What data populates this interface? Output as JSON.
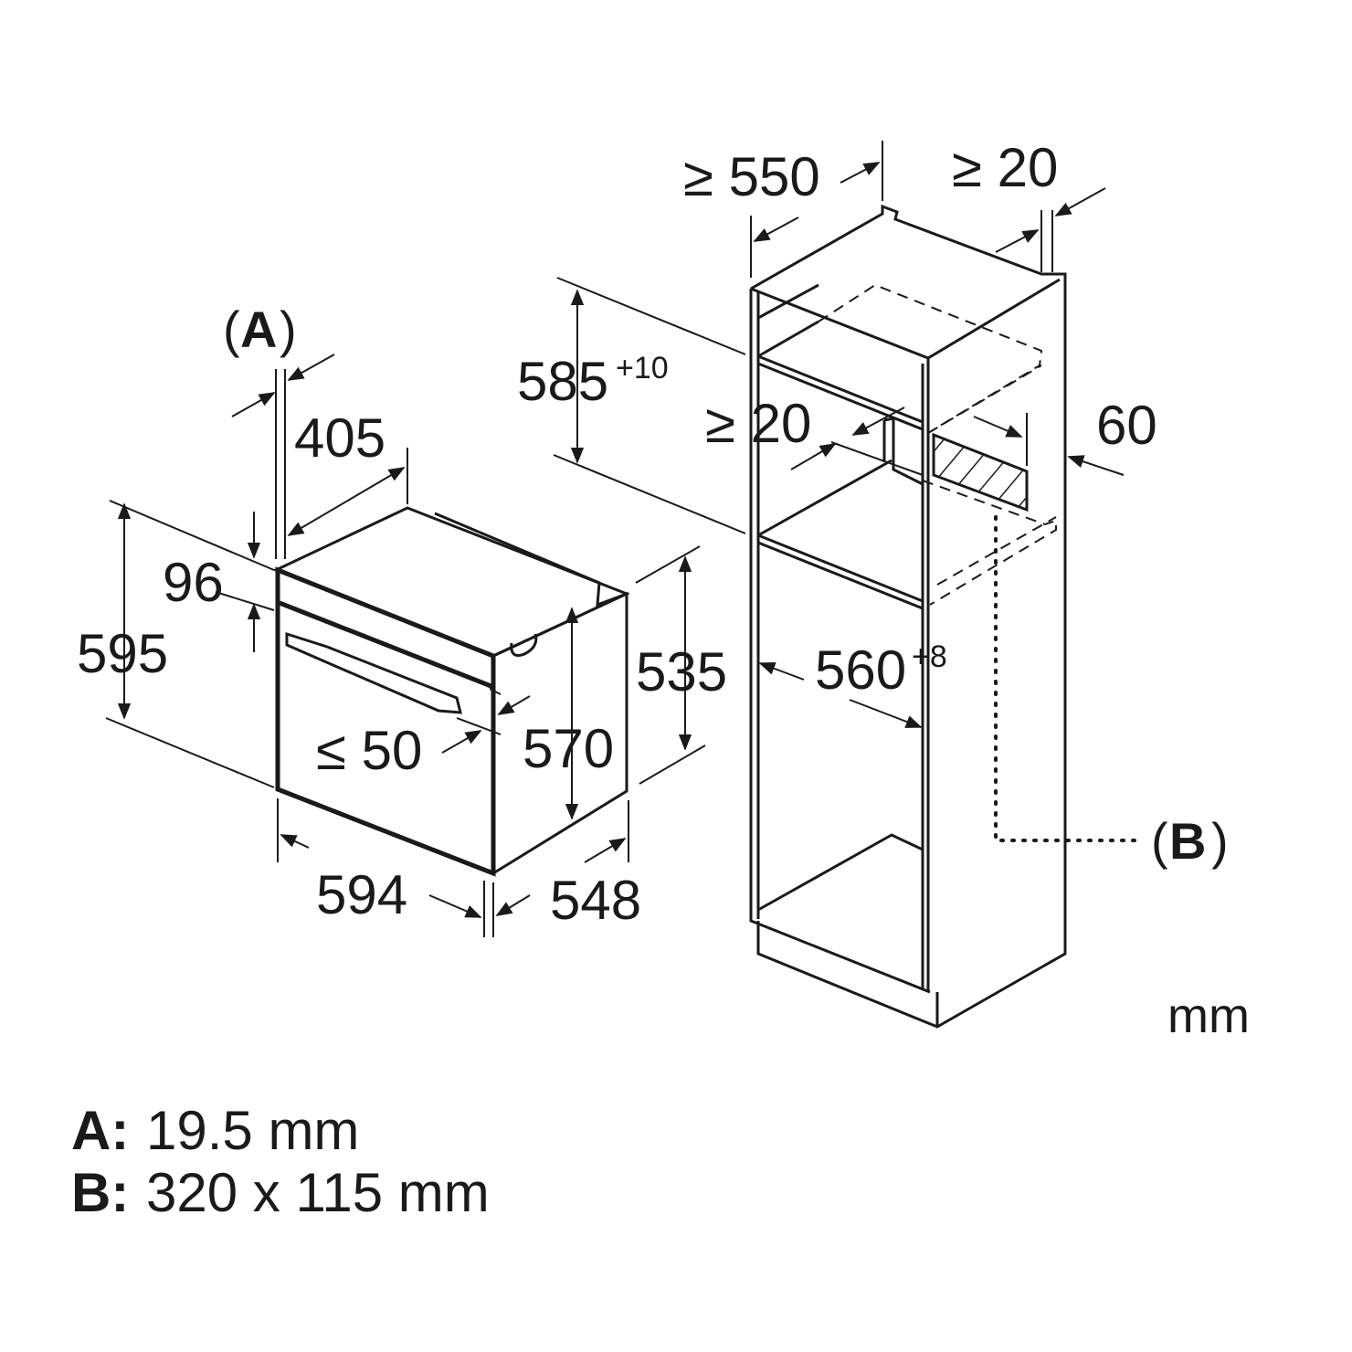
{
  "oven": {
    "width": "594",
    "depth": "548",
    "height": "595",
    "body_height": "570",
    "rear_height": "535",
    "depth_total": "405",
    "panel_offset": "96",
    "door_gap": "≤ 50",
    "label_a": "A"
  },
  "cabinet": {
    "min_depth": "≥ 550",
    "top_gap": "≥ 20",
    "shelf_gap": "≥ 20",
    "niche_height": "585",
    "niche_height_tol": "+10",
    "niche_width": "560",
    "niche_width_tol": "+8",
    "vent_depth": "60",
    "label_b": "B"
  },
  "unit": "mm",
  "legend": [
    {
      "key": "A:",
      "value": "19.5 mm"
    },
    {
      "key": "B:",
      "value": "320 x 115 mm"
    }
  ]
}
